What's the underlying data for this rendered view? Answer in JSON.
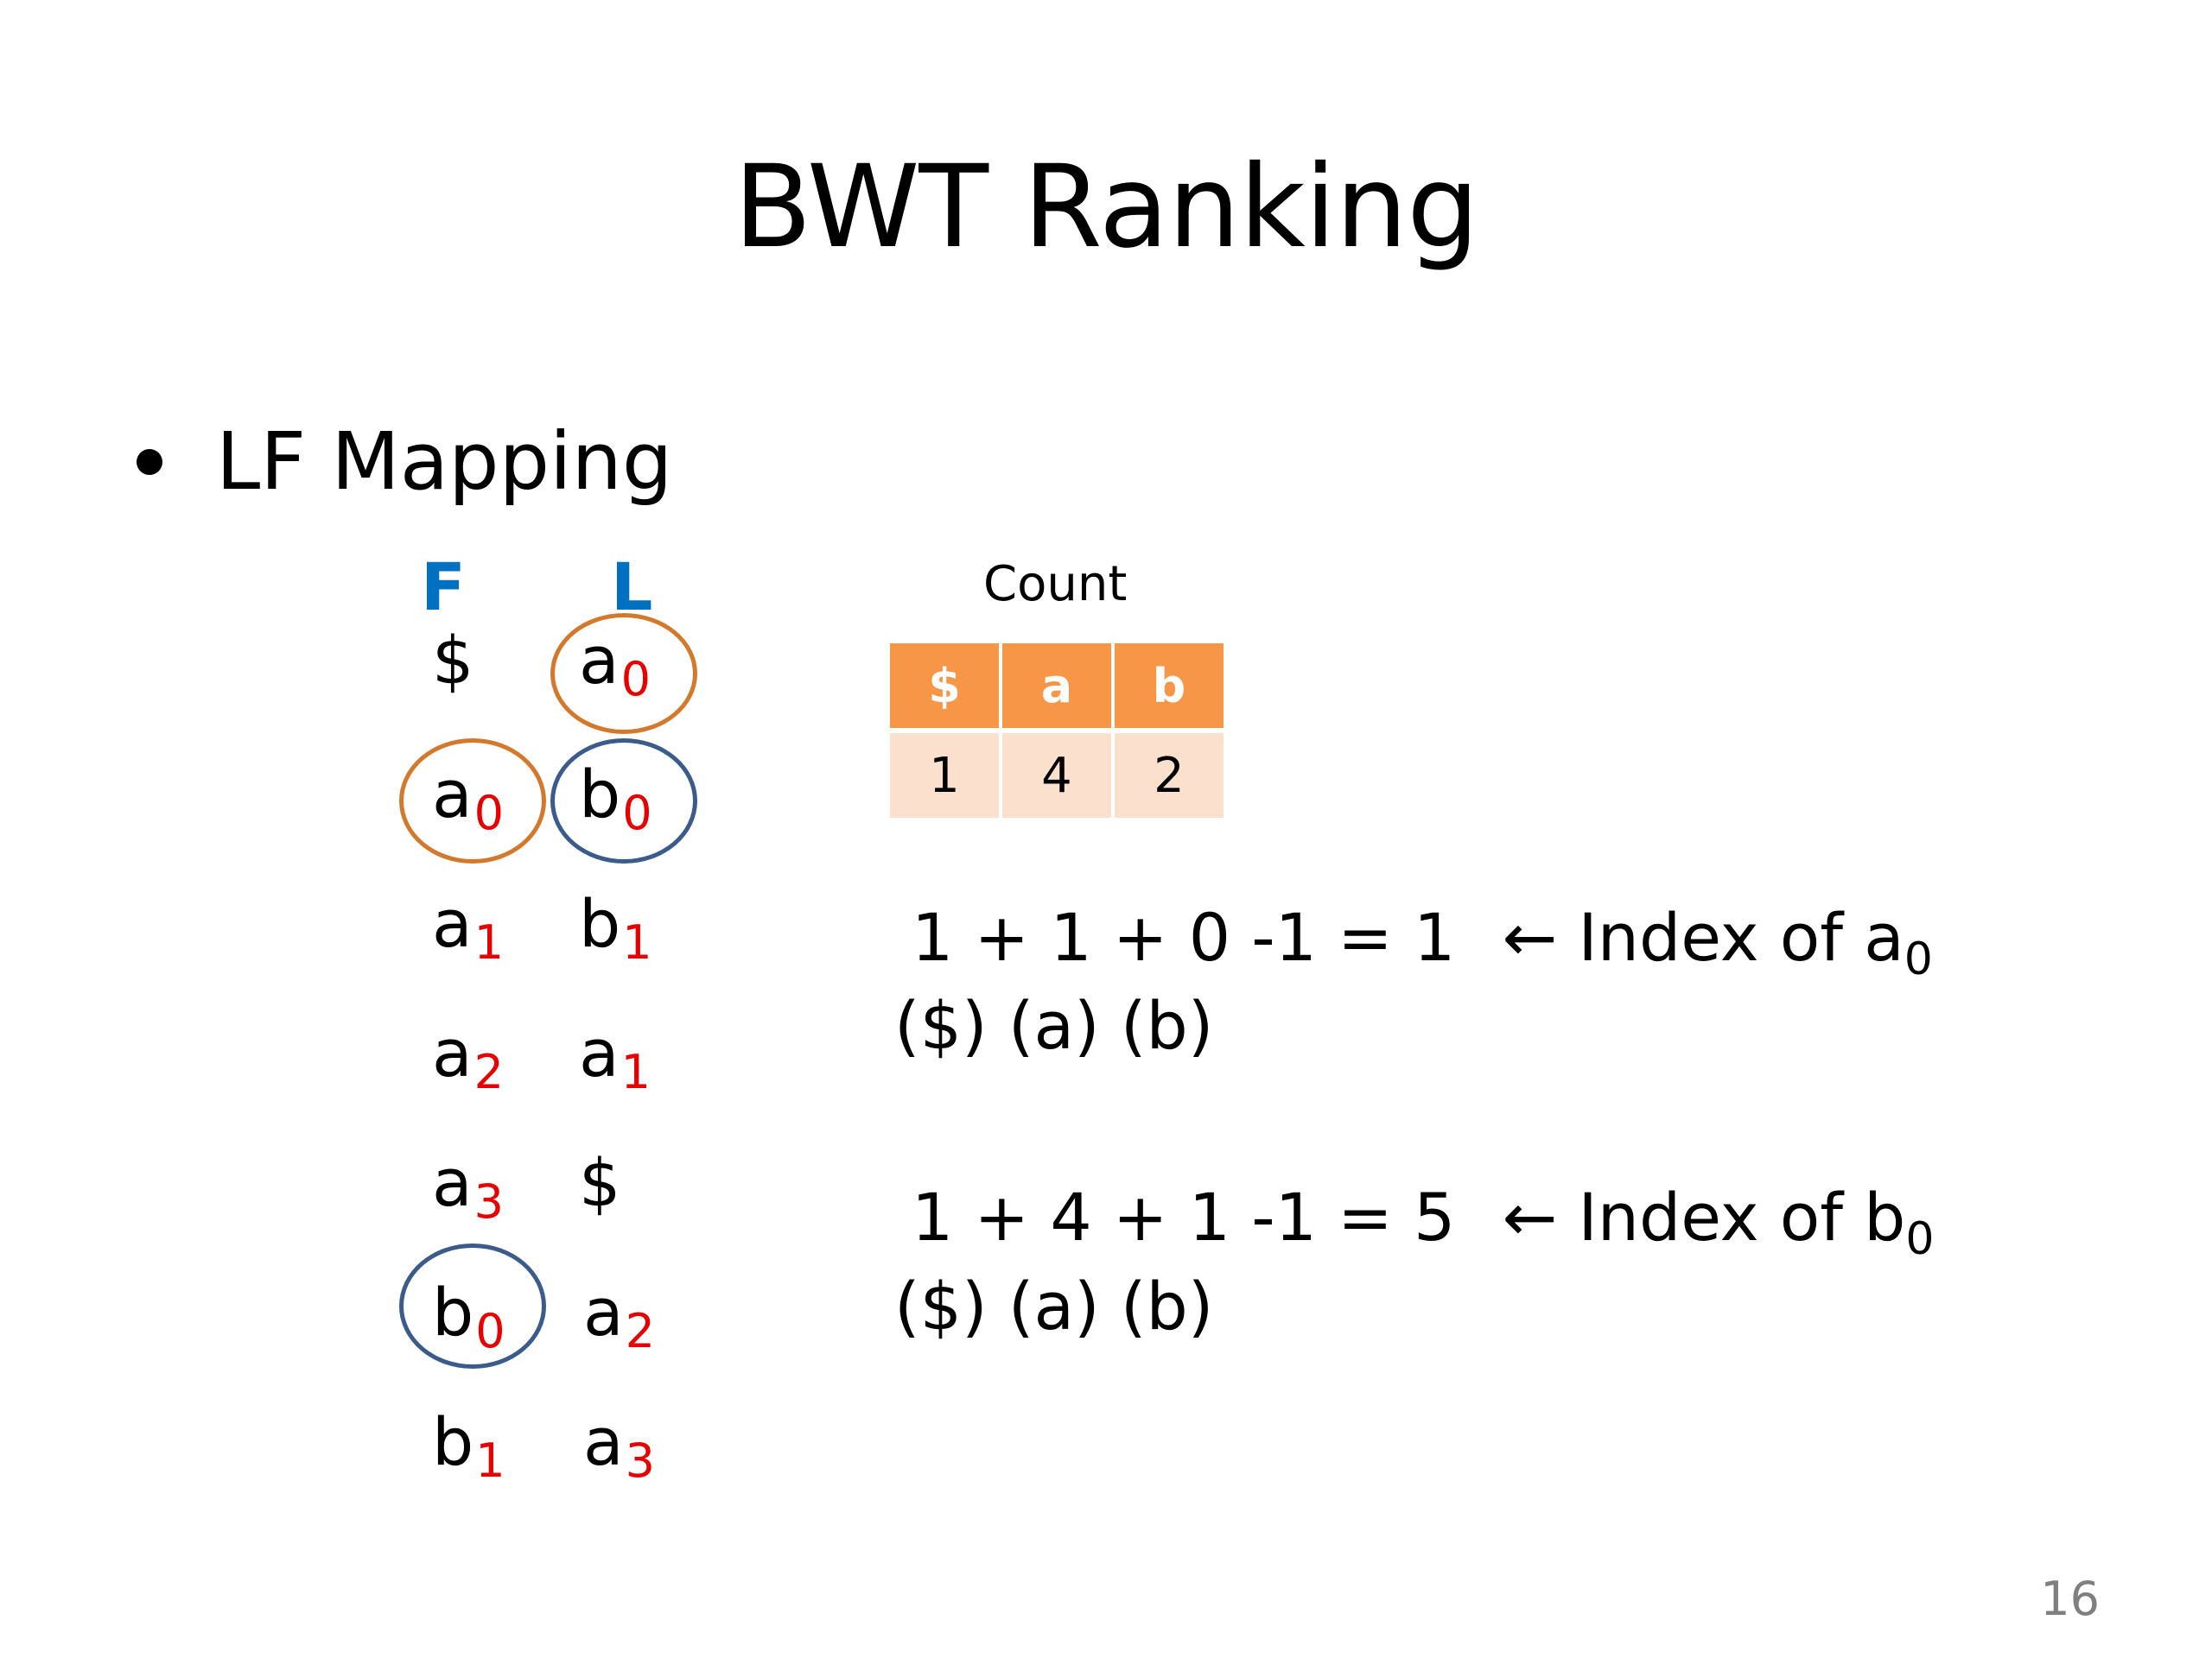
{
  "slide": {
    "title": "BWT Ranking",
    "bullet": "LF Mapping",
    "page_number": "16"
  },
  "columns": {
    "f_header": "F",
    "l_header": "L",
    "f": [
      {
        "ch": "$",
        "sub": ""
      },
      {
        "ch": "a",
        "sub": "0"
      },
      {
        "ch": "a",
        "sub": "1"
      },
      {
        "ch": "a",
        "sub": "2"
      },
      {
        "ch": "a",
        "sub": "3"
      },
      {
        "ch": "b",
        "sub": "0"
      },
      {
        "ch": "b",
        "sub": "1"
      }
    ],
    "l": [
      {
        "ch": "a",
        "sub": "0"
      },
      {
        "ch": "b",
        "sub": "0"
      },
      {
        "ch": "b",
        "sub": "1"
      },
      {
        "ch": "a",
        "sub": "1"
      },
      {
        "ch": "$",
        "sub": ""
      },
      {
        "ch": "a",
        "sub": "2"
      },
      {
        "ch": "a",
        "sub": "3"
      }
    ]
  },
  "count_table": {
    "label": "Count",
    "headers": [
      "$",
      "a",
      "b"
    ],
    "values": [
      "1",
      "4",
      "2"
    ]
  },
  "formulas": [
    {
      "expr": "1 + 1 + 0 -1 = 1",
      "arrow": "←",
      "text": "Index of a",
      "sub": "0",
      "legend": "($) (a) (b)"
    },
    {
      "expr": "1 + 4 + 1 -1 = 5",
      "arrow": "←",
      "text": "Index of b",
      "sub": "0",
      "legend": "($) (a) (b)"
    }
  ],
  "colors": {
    "column_header": "#0070c0",
    "subscript": "#e60000",
    "circle_orange": "#d4792c",
    "circle_blue": "#3b5c8a",
    "table_header": "#f79646",
    "table_body": "#fbe0cd"
  }
}
